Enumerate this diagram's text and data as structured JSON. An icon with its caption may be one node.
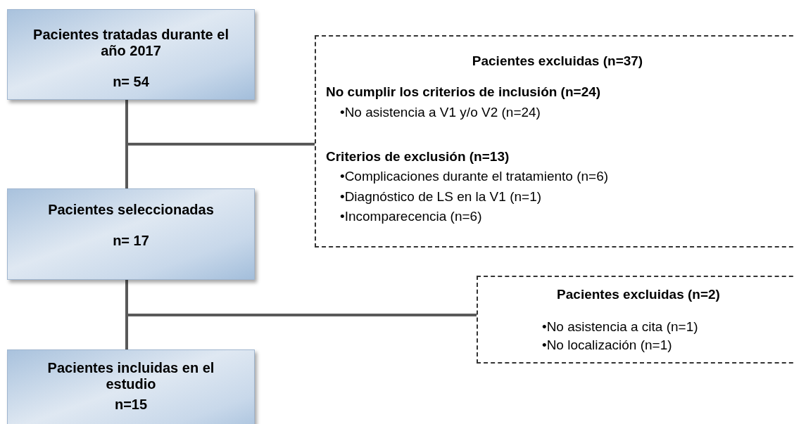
{
  "diagram": {
    "nodes": [
      {
        "text": [
          "Pacientes tratadas durante el año 2017",
          "n= 54"
        ]
      },
      {
        "text": [
          "Pacientes excluidas (n=37)",
          "No cumplir los criterios de inclusión (n=24)",
          "•No asistencia a V1 y/o V2 (n=24)",
          "Criterios de exclusión (n=13)",
          "•Complicaciones durante el tratamiento (n=6)",
          "•Diagnóstico de LS en la V1 (n=1)",
          "•Incomparecencia (n=6)"
        ]
      },
      {
        "text": [
          "Pacientes seleccionadas",
          "n= 17"
        ]
      },
      {
        "text": [
          "Pacientes excluidas (n=2)",
          "•No asistencia a cita (n=1)",
          "•No localización (n=1)"
        ]
      },
      {
        "text": [
          "Pacientes incluidas en el estudio",
          "n=15"
        ]
      }
    ],
    "edges": [
      {
        "from": 0,
        "to": 2,
        "arrow": "none"
      },
      {
        "from": 0,
        "to": 1,
        "arrow": "none"
      },
      {
        "from": 2,
        "to": 4,
        "arrow": "none"
      },
      {
        "from": 2,
        "to": 3,
        "arrow": "none"
      }
    ]
  }
}
